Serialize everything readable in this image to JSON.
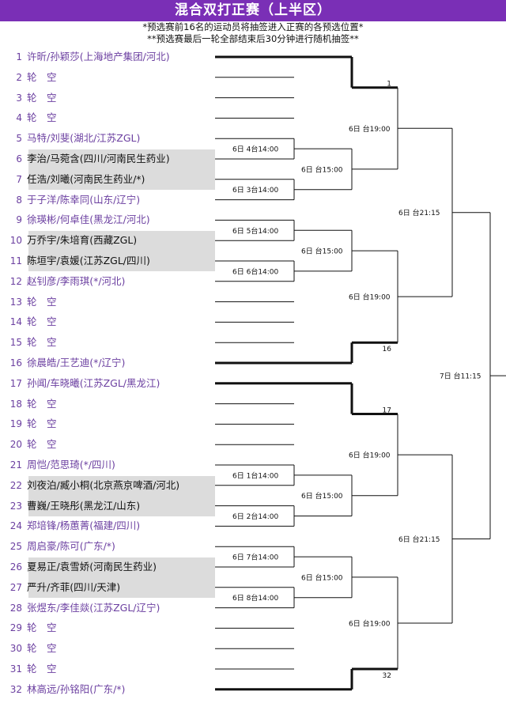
{
  "title": "混合双打正赛（上半区）",
  "notes": [
    "*预选赛前16名的运动员将抽签进入正赛的各预选位置*",
    "**预选赛最后一轮全部结束后30分钟进行随机抽签**"
  ],
  "entries": [
    {
      "seed": "1",
      "name": "许昕/孙颖莎(上海地产集团/河北)"
    },
    {
      "seed": "2",
      "name": "轮　空"
    },
    {
      "seed": "3",
      "name": "轮　空"
    },
    {
      "seed": "4",
      "name": "轮　空"
    },
    {
      "seed": "5",
      "name": "马特/刘斐(湖北/江苏ZGL)"
    },
    {
      "seed": "6",
      "name": "李治/马菀含(四川/河南民生药业)"
    },
    {
      "seed": "7",
      "name": "任浩/刘曦(河南民生药业/*)"
    },
    {
      "seed": "8",
      "name": "于子洋/陈幸同(山东/辽宁)"
    },
    {
      "seed": "9",
      "name": "徐瑛彬/何卓佳(黑龙江/河北)"
    },
    {
      "seed": "10",
      "name": "万乔宇/朱培育(西藏ZGL)"
    },
    {
      "seed": "11",
      "name": "陈垣宇/袁媛(江苏ZGL/四川)"
    },
    {
      "seed": "12",
      "name": "赵钊彦/李雨琪(*/河北)"
    },
    {
      "seed": "13",
      "name": "轮　空"
    },
    {
      "seed": "14",
      "name": "轮　空"
    },
    {
      "seed": "15",
      "name": "轮　空"
    },
    {
      "seed": "16",
      "name": "徐晨皓/王艺迪(*/辽宁)"
    },
    {
      "seed": "17",
      "name": "孙闻/车晓曦(江苏ZGL/黑龙江)"
    },
    {
      "seed": "18",
      "name": "轮　空"
    },
    {
      "seed": "19",
      "name": "轮　空"
    },
    {
      "seed": "20",
      "name": "轮　空"
    },
    {
      "seed": "21",
      "name": "周恺/范思琦(*/四川)"
    },
    {
      "seed": "22",
      "name": "刘夜泊/臧小桐(北京燕京啤酒/河北)"
    },
    {
      "seed": "23",
      "name": "曹巍/王晓彤(黑龙江/山东)"
    },
    {
      "seed": "24",
      "name": "郑培锋/杨蕙菁(福建/四川)"
    },
    {
      "seed": "25",
      "name": "周启豪/陈可(广东/*)"
    },
    {
      "seed": "26",
      "name": "夏易正/袁雪娇(河南民生药业)"
    },
    {
      "seed": "27",
      "name": "严升/齐菲(四川/天津)"
    },
    {
      "seed": "28",
      "name": "张煜东/李佳燚(江苏ZGL/辽宁)"
    },
    {
      "seed": "29",
      "name": "轮　空"
    },
    {
      "seed": "30",
      "name": "轮　空"
    },
    {
      "seed": "31",
      "name": "轮　空"
    },
    {
      "seed": "32",
      "name": "林高远/孙铭阳(广东/*)"
    }
  ],
  "highlighted_pairs": [
    [
      6,
      7
    ],
    [
      10,
      11
    ],
    [
      22,
      23
    ],
    [
      26,
      27
    ]
  ],
  "round1_labels": [
    "6日 4台14:00",
    "6日 3台14:00",
    "6日 5台14:00",
    "6日 6台14:00",
    "6日 1台14:00",
    "6日 2台14:00",
    "6日 7台14:00",
    "6日 8台14:00"
  ],
  "round2_labels": [
    "6日 台15:00",
    "6日 台15:00",
    "6日 台15:00",
    "6日 台15:00"
  ],
  "round3_labels": [
    "6日 台19:00",
    "6日 台19:00",
    "6日 台19:00",
    "6日 台19:00"
  ],
  "round4_labels": [
    "6日 台21:15",
    "6日 台21:15"
  ],
  "round5_label": "7日 台11:15",
  "byes": [
    {
      "slot": 1,
      "label": "1"
    },
    {
      "slot": 16,
      "label": "16"
    },
    {
      "slot": 17,
      "label": "17"
    },
    {
      "slot": 32,
      "label": "32"
    }
  ]
}
